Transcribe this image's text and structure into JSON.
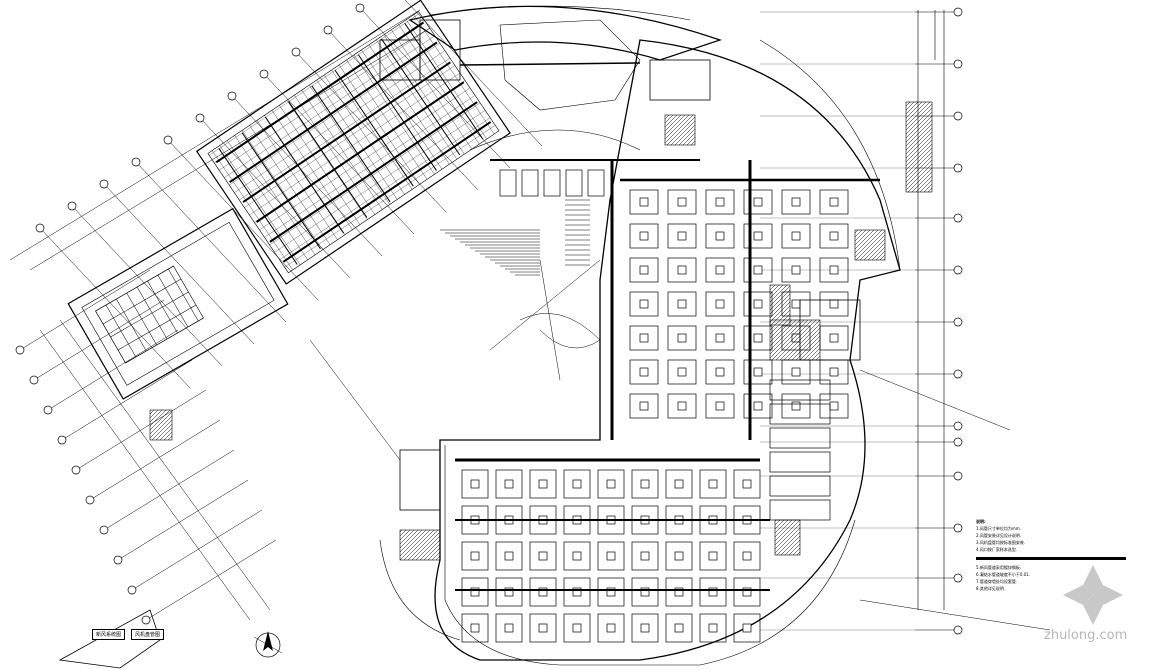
{
  "drawing": {
    "type": "HVAC floor plan (CAD)",
    "colors": {
      "line": "#000000",
      "background": "#ffffff",
      "watermark": "#b5b5b5"
    }
  },
  "notes": {
    "heading": "说明:",
    "lines": [
      "1.风管尺寸单位均为mm.",
      "2.风管安装详见设计说明.",
      "3.风机盘管均按标准图安装.",
      "4.风口按厂家样本选型."
    ],
    "lines2": [
      "5.新风管道采用镀锌钢板.",
      "6.凝结水管道坡度不小于0.01.",
      "7.管道穿墙处均设套管.",
      "8.其他详见说明."
    ]
  },
  "legends": {
    "left": "新风系统图",
    "right": "风机盘管图"
  },
  "watermark": {
    "text": "zhulong.com",
    "logo": "zhulong-logo-icon"
  },
  "north_arrow": "north-arrow-icon"
}
